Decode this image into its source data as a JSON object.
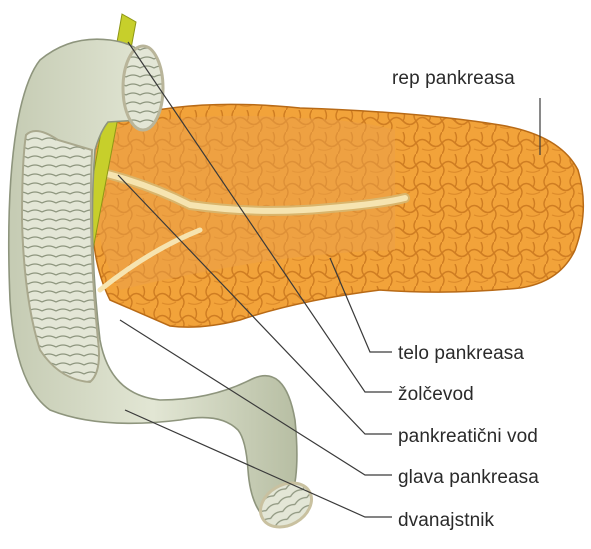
{
  "labels": {
    "rep_pankreasa": "rep pankreasa",
    "telo_pankreasa": "telo pankreasa",
    "zolcevod": "žolčevod",
    "pankreaticni_vod": "pankreatični vod",
    "glava_pankreasa": "glava pankreasa",
    "dvanajstnik": "dvanajstnik"
  },
  "colors": {
    "pancreas": "#f2a33a",
    "pancreas_dark": "#c9771c",
    "duct": "#f4dea4",
    "duodenum": "#d6dcc6",
    "duodenum_dark": "#9aa38a",
    "bile_duct": "#c6d02a",
    "leader_line": "#3a3a3a"
  }
}
